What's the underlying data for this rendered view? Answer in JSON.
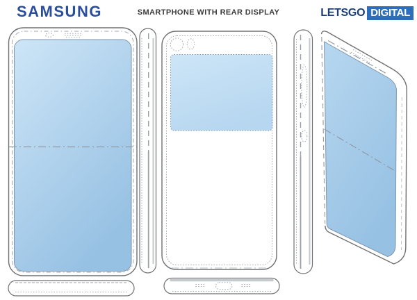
{
  "header": {
    "brand": "SAMSUNG",
    "title": "SMARTPHONE WITH REAR DISPLAY",
    "logo_part1": "LETSGO",
    "logo_part2": "DIGITAL"
  },
  "figure": {
    "views": [
      {
        "id": "front-view",
        "description": "front view, full-screen display with fold line"
      },
      {
        "id": "left-side-view",
        "description": "left side edge view"
      },
      {
        "id": "rear-view",
        "description": "rear view with dual camera and secondary rear display"
      },
      {
        "id": "right-side-view",
        "description": "right side edge view with volume and power buttons"
      },
      {
        "id": "perspective-view",
        "description": "angled perspective view of front display"
      },
      {
        "id": "top-edge-view",
        "description": "top edge of phone"
      },
      {
        "id": "bottom-edge-view",
        "description": "bottom edge with usb-c port and speaker holes"
      }
    ]
  },
  "colors": {
    "samsung_blue": "#2a4e9c",
    "title_color": "#3b3b3b",
    "letsgo_blue": "#1c3e74",
    "letsgo_box": "#2e6db7",
    "outline": "#6e7072",
    "dash": "#a2a6ab",
    "fold": "#8f9aa5",
    "screen_edge": "#7e95ab",
    "screen_light": "#cde5f7",
    "screen_mid": "#b7d7f0",
    "screen_dark": "#97c1e3",
    "gray_band": "#c6cacf"
  }
}
